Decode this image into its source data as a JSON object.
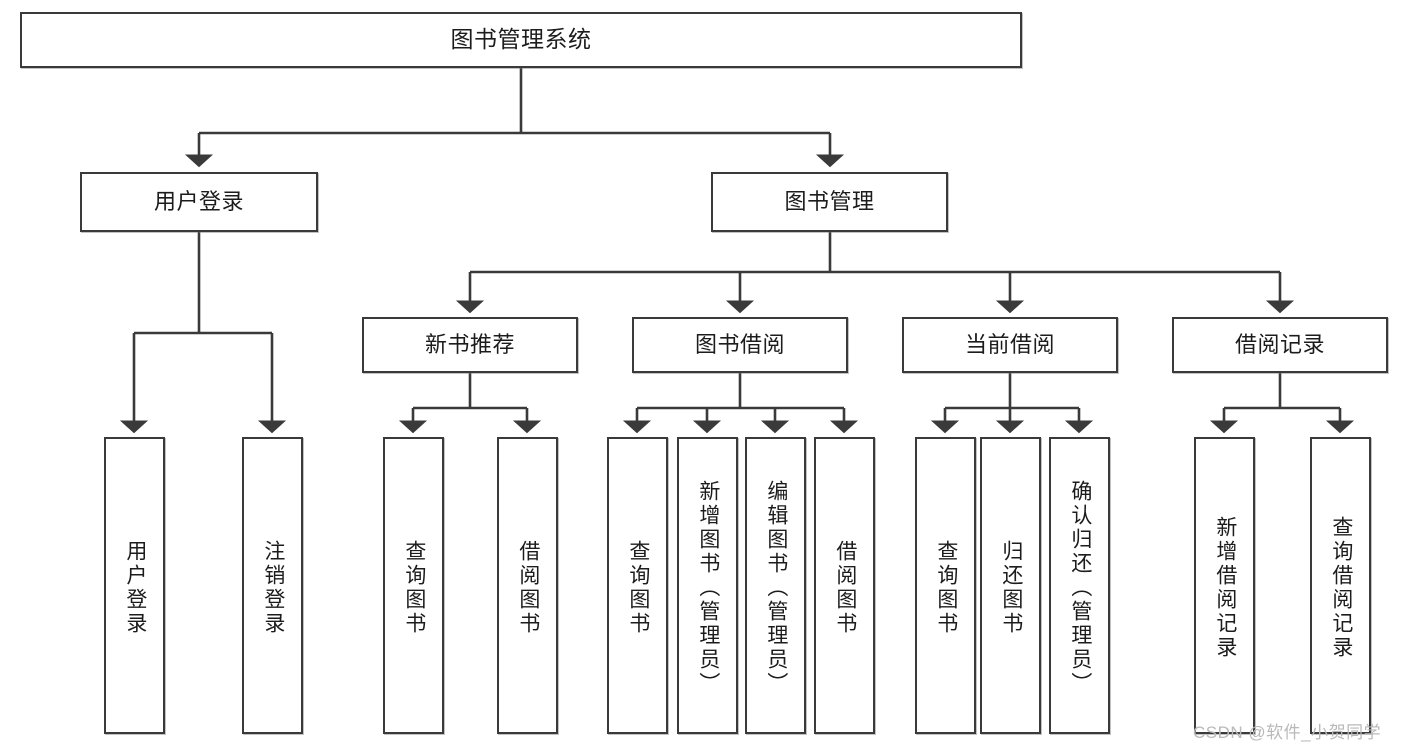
{
  "diagram": {
    "title": "图书管理系统",
    "type": "tree-hierarchy-chart",
    "root": {
      "label": "图书管理系统"
    },
    "level2": [
      {
        "label": "用户登录"
      },
      {
        "label": "图书管理"
      }
    ],
    "level3": [
      {
        "label": "新书推荐"
      },
      {
        "label": "图书借阅"
      },
      {
        "label": "当前借阅"
      },
      {
        "label": "借阅记录"
      }
    ],
    "leaves": {
      "user_login": [
        {
          "label": "用户登录"
        },
        {
          "label": "注销登录"
        }
      ],
      "new_book_recommend": [
        {
          "label": "查询图书"
        },
        {
          "label": "借阅图书"
        }
      ],
      "book_borrow": [
        {
          "label": "查询图书"
        },
        {
          "label": "新增图书（管理员）"
        },
        {
          "label": "编辑图书（管理员）"
        },
        {
          "label": "借阅图书"
        }
      ],
      "current_borrow": [
        {
          "label": "查询图书"
        },
        {
          "label": "归还图书"
        },
        {
          "label": "确认归还（管理员）"
        }
      ],
      "borrow_record": [
        {
          "label": "新增借阅记录"
        },
        {
          "label": "查询借阅记录"
        }
      ]
    }
  },
  "watermark": {
    "text": "CSDN @软件_小贺同学"
  },
  "colors": {
    "stroke": "#3a3a3a",
    "box_fill": "#ffffff",
    "text": "#1c1c1c",
    "watermark": "#b9b9b9",
    "page_background": "#ffffff"
  }
}
